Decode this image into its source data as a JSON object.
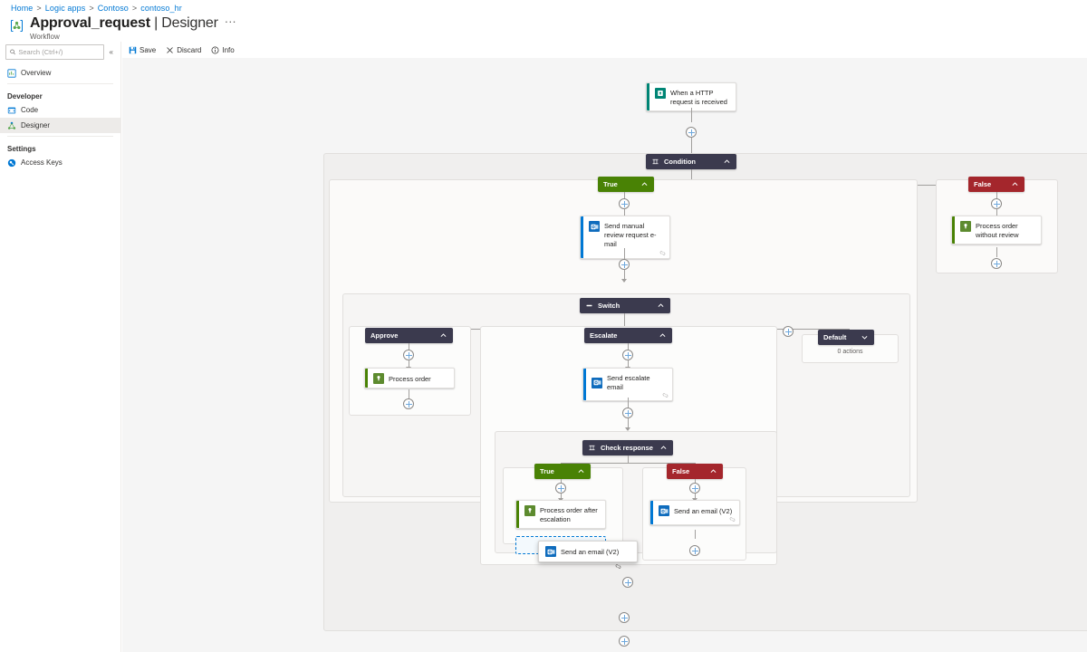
{
  "breadcrumb": [
    "Home",
    "Logic apps",
    "Contoso",
    "contoso_hr"
  ],
  "header": {
    "title_bold": "Approval_request",
    "title_sep": " | ",
    "title_thin": "Designer",
    "ellipsis": "···",
    "subtitle": "Workflow",
    "app_icon": "logic-app-icon"
  },
  "sidebar": {
    "search": {
      "placeholder": "Search (Ctrl+/)",
      "value": ""
    },
    "collapse": "«",
    "items": [
      {
        "label": "Overview",
        "icon": "overview-icon",
        "type": "item",
        "active": false
      },
      {
        "label": "Developer",
        "type": "group"
      },
      {
        "label": "Code",
        "icon": "code-icon",
        "type": "item",
        "active": false
      },
      {
        "label": "Designer",
        "icon": "designer-icon",
        "type": "item",
        "active": true
      },
      {
        "label": "Settings",
        "type": "group"
      },
      {
        "label": "Access Keys",
        "icon": "key-icon",
        "type": "item",
        "active": false
      }
    ]
  },
  "toolbar": {
    "save_label": "Save",
    "discard_label": "Discard",
    "info_label": "Info"
  },
  "workflow": {
    "trigger": {
      "label": "When a HTTP request is received",
      "icon": "http-request-icon",
      "accent": "#008575"
    },
    "condition": {
      "label": "Condition",
      "icon": "condition-icon",
      "chevron": "up"
    },
    "true_branch": {
      "label": "True",
      "color": "#498205",
      "chevron": "up"
    },
    "false_branch": {
      "label": "False",
      "color": "#a4262c",
      "chevron": "up"
    },
    "actions": {
      "send_manual_review": {
        "label": "Send manual review request e-mail",
        "icon": "outlook-icon",
        "accent": "#0078d4"
      },
      "process_without_review": {
        "label": "Process order without review",
        "icon": "function-icon",
        "accent": "#498205"
      },
      "process_order": {
        "label": "Process order",
        "icon": "function-icon",
        "accent": "#498205"
      },
      "send_escalate": {
        "label": "Send escalate email",
        "icon": "outlook-icon",
        "accent": "#0078d4"
      },
      "process_after_escalation": {
        "label": "Process order after escalation",
        "icon": "function-icon",
        "accent": "#498205"
      },
      "send_email_v2_false": {
        "label": "Send an email (V2)",
        "icon": "outlook-icon",
        "accent": "#0078d4"
      },
      "send_email_v2_dragging": {
        "label": "Send an email (V2)",
        "icon": "outlook-icon",
        "accent": "#0078d4"
      }
    },
    "switch": {
      "label": "Switch",
      "icon": "switch-icon",
      "chevron": "up"
    },
    "cases": {
      "approve": {
        "label": "Approve",
        "chevron": "up"
      },
      "escalate": {
        "label": "Escalate",
        "chevron": "up"
      },
      "default": {
        "label": "Default",
        "chevron": "down",
        "empty_text": "0 actions"
      }
    },
    "check_response": {
      "label": "Check response",
      "icon": "condition-icon",
      "chevron": "up"
    },
    "check_true": {
      "label": "True",
      "color": "#498205",
      "chevron": "up"
    },
    "check_false": {
      "label": "False",
      "color": "#a4262c",
      "chevron": "up"
    }
  },
  "colors": {
    "accent_blue": "#0078d4",
    "green": "#498205",
    "red": "#a4262c",
    "dark_slate": "#3b3a4e",
    "teal": "#008575"
  }
}
